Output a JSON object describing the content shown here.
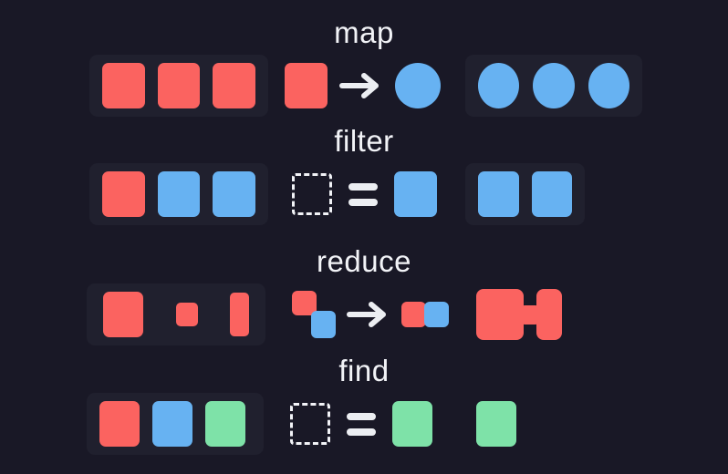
{
  "page": {
    "background": "#191826",
    "panel_background": "#20202e",
    "title_color": "#f2f3f7"
  },
  "palette": {
    "red": "#fb6360",
    "blue": "#67b2f2",
    "green": "#7ee2a8",
    "outline": "#f2f3f7"
  },
  "rows": [
    {
      "id": "map",
      "title": "map",
      "input_items": [
        "red-square",
        "red-square",
        "red-square"
      ],
      "operator": {
        "left": "red-square",
        "glyph": "arrow-right",
        "right": "blue-circle"
      },
      "output_items": [
        "blue-circle",
        "blue-circle",
        "blue-circle"
      ],
      "output_has_panel": true
    },
    {
      "id": "filter",
      "title": "filter",
      "input_items": [
        "red-square",
        "blue-square",
        "blue-square"
      ],
      "operator": {
        "left": "dashed-placeholder",
        "glyph": "equals",
        "right": "blue-square"
      },
      "output_items": [
        "blue-square",
        "blue-square"
      ],
      "output_has_panel": true
    },
    {
      "id": "reduce",
      "title": "reduce",
      "input_items": [
        "red-square-large",
        "red-square-small",
        "red-rect-tall"
      ],
      "operator": {
        "left": "red-square-blue-square-stacked",
        "glyph": "arrow-right",
        "right": "red-square-blue-square-joined"
      },
      "output_items": [
        "red-merged-shape"
      ],
      "output_has_panel": false
    },
    {
      "id": "find",
      "title": "find",
      "input_items": [
        "red-square",
        "blue-square",
        "green-square"
      ],
      "operator": {
        "left": "dashed-placeholder",
        "glyph": "equals",
        "right": "green-square"
      },
      "output_items": [
        "green-square"
      ],
      "output_has_panel": false
    }
  ]
}
